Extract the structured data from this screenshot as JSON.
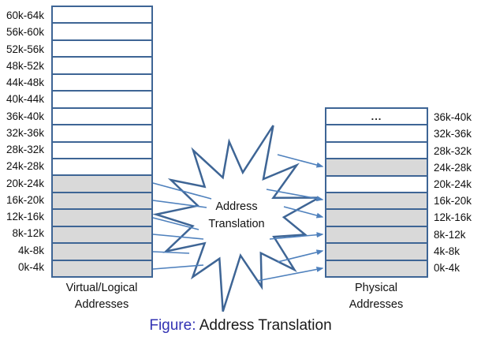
{
  "figure": {
    "caption_prefix": "Figure:",
    "caption_text": "Address Translation"
  },
  "diagram": {
    "starburst": {
      "label_line1": "Address",
      "label_line2": "Translation"
    },
    "left_table": {
      "caption_line1": "Virtual/Logical",
      "caption_line2": "Addresses",
      "rows": [
        {
          "label": "60k-64k",
          "shaded": false
        },
        {
          "label": "56k-60k",
          "shaded": false
        },
        {
          "label": "52k-56k",
          "shaded": false
        },
        {
          "label": "48k-52k",
          "shaded": false
        },
        {
          "label": "44k-48k",
          "shaded": false
        },
        {
          "label": "40k-44k",
          "shaded": false
        },
        {
          "label": "36k-40k",
          "shaded": false
        },
        {
          "label": "32k-36k",
          "shaded": false
        },
        {
          "label": "28k-32k",
          "shaded": false
        },
        {
          "label": "24k-28k",
          "shaded": false
        },
        {
          "label": "20k-24k",
          "shaded": true
        },
        {
          "label": "16k-20k",
          "shaded": true
        },
        {
          "label": "12k-16k",
          "shaded": true
        },
        {
          "label": "8k-12k",
          "shaded": true
        },
        {
          "label": "4k-8k",
          "shaded": true
        },
        {
          "label": "0k-4k",
          "shaded": true
        }
      ]
    },
    "right_table": {
      "caption_line1": "Physical",
      "caption_line2": "Addresses",
      "rows": [
        {
          "label": "36k-40k",
          "shaded": false,
          "content": "..."
        },
        {
          "label": "32k-36k",
          "shaded": false,
          "content": ""
        },
        {
          "label": "28k-32k",
          "shaded": false,
          "content": ""
        },
        {
          "label": "24k-28k",
          "shaded": true,
          "content": ""
        },
        {
          "label": "20k-24k",
          "shaded": false,
          "content": ""
        },
        {
          "label": "16k-20k",
          "shaded": true,
          "content": ""
        },
        {
          "label": "12k-16k",
          "shaded": true,
          "content": ""
        },
        {
          "label": "8k-12k",
          "shaded": true,
          "content": ""
        },
        {
          "label": "4k-8k",
          "shaded": true,
          "content": ""
        },
        {
          "label": "0k-4k",
          "shaded": true,
          "content": ""
        }
      ]
    },
    "colors": {
      "table_border": "#3E6595",
      "arrow": "#4F81BD",
      "shaded_fill": "#D9D9D9",
      "figure_prefix_blue": "#3333B3"
    }
  }
}
